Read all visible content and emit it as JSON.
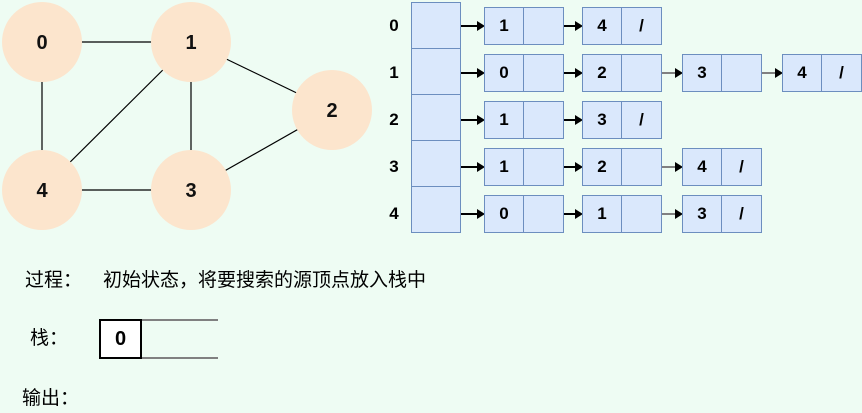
{
  "colors": {
    "background": "#eefcf3",
    "graph_node_fill": "#fce5cd",
    "list_cell_fill": "#dae8fc",
    "list_cell_border": "#6c8ebf",
    "arrow_black": "#000000",
    "arrow_gray": "#808080"
  },
  "graph": {
    "nodes": [
      {
        "label": "0"
      },
      {
        "label": "1"
      },
      {
        "label": "2"
      },
      {
        "label": "3"
      },
      {
        "label": "4"
      }
    ],
    "edges": [
      [
        "0",
        "1"
      ],
      [
        "0",
        "4"
      ],
      [
        "1",
        "2"
      ],
      [
        "1",
        "3"
      ],
      [
        "1",
        "4"
      ],
      [
        "3",
        "4"
      ],
      [
        "2",
        "3"
      ]
    ]
  },
  "adjacency_list": {
    "rows": [
      {
        "index": "0",
        "nodes": [
          {
            "value": "1",
            "ptr": ""
          },
          {
            "value": "4",
            "ptr": "/"
          }
        ]
      },
      {
        "index": "1",
        "nodes": [
          {
            "value": "0",
            "ptr": ""
          },
          {
            "value": "2",
            "ptr": ""
          },
          {
            "value": "3",
            "ptr": ""
          },
          {
            "value": "4",
            "ptr": "/"
          }
        ]
      },
      {
        "index": "2",
        "nodes": [
          {
            "value": "1",
            "ptr": ""
          },
          {
            "value": "3",
            "ptr": "/"
          }
        ]
      },
      {
        "index": "3",
        "nodes": [
          {
            "value": "1",
            "ptr": ""
          },
          {
            "value": "2",
            "ptr": ""
          },
          {
            "value": "4",
            "ptr": "/"
          }
        ]
      },
      {
        "index": "4",
        "nodes": [
          {
            "value": "0",
            "ptr": ""
          },
          {
            "value": "1",
            "ptr": ""
          },
          {
            "value": "3",
            "ptr": "/"
          }
        ]
      }
    ]
  },
  "process": {
    "label": "过程：",
    "text": "初始状态，将要搜索的源顶点放入栈中"
  },
  "stack": {
    "label": "栈：",
    "items": [
      "0"
    ]
  },
  "output": {
    "label": "输出：",
    "text": ""
  }
}
